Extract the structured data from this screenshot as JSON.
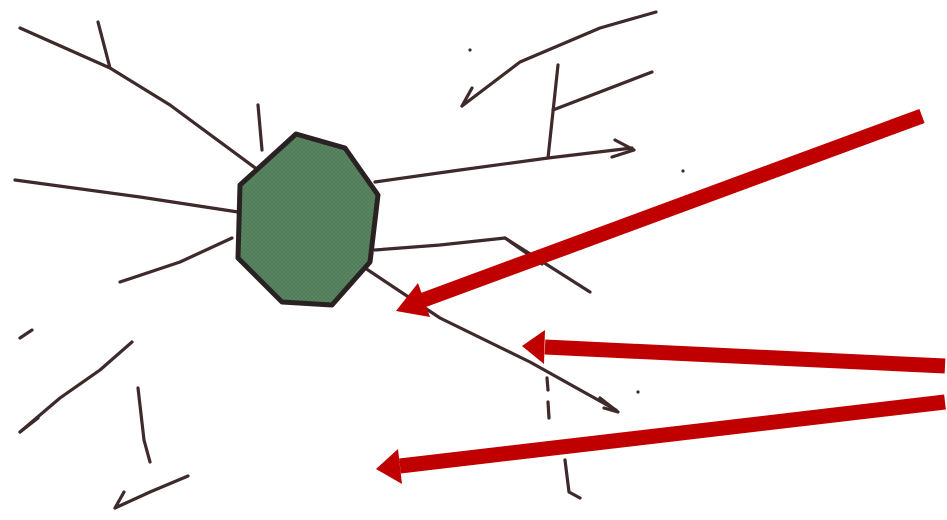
{
  "diagram": {
    "type": "hand-drawn neuron sketch with annotation arrows",
    "colors": {
      "background": "#ffffff",
      "ink": "#3e2a2a",
      "cell_fill": "#4f7a57",
      "cell_outline": "#2a2222",
      "arrow": "#c00000"
    },
    "cell_body": {
      "shape": "hexagon",
      "icon": "neuron-cell-body"
    },
    "annotation_arrows": [
      {
        "id": 1,
        "target": "cell-body"
      },
      {
        "id": 2,
        "target": "axon"
      },
      {
        "id": 3,
        "target": "detached-fragments"
      }
    ]
  }
}
